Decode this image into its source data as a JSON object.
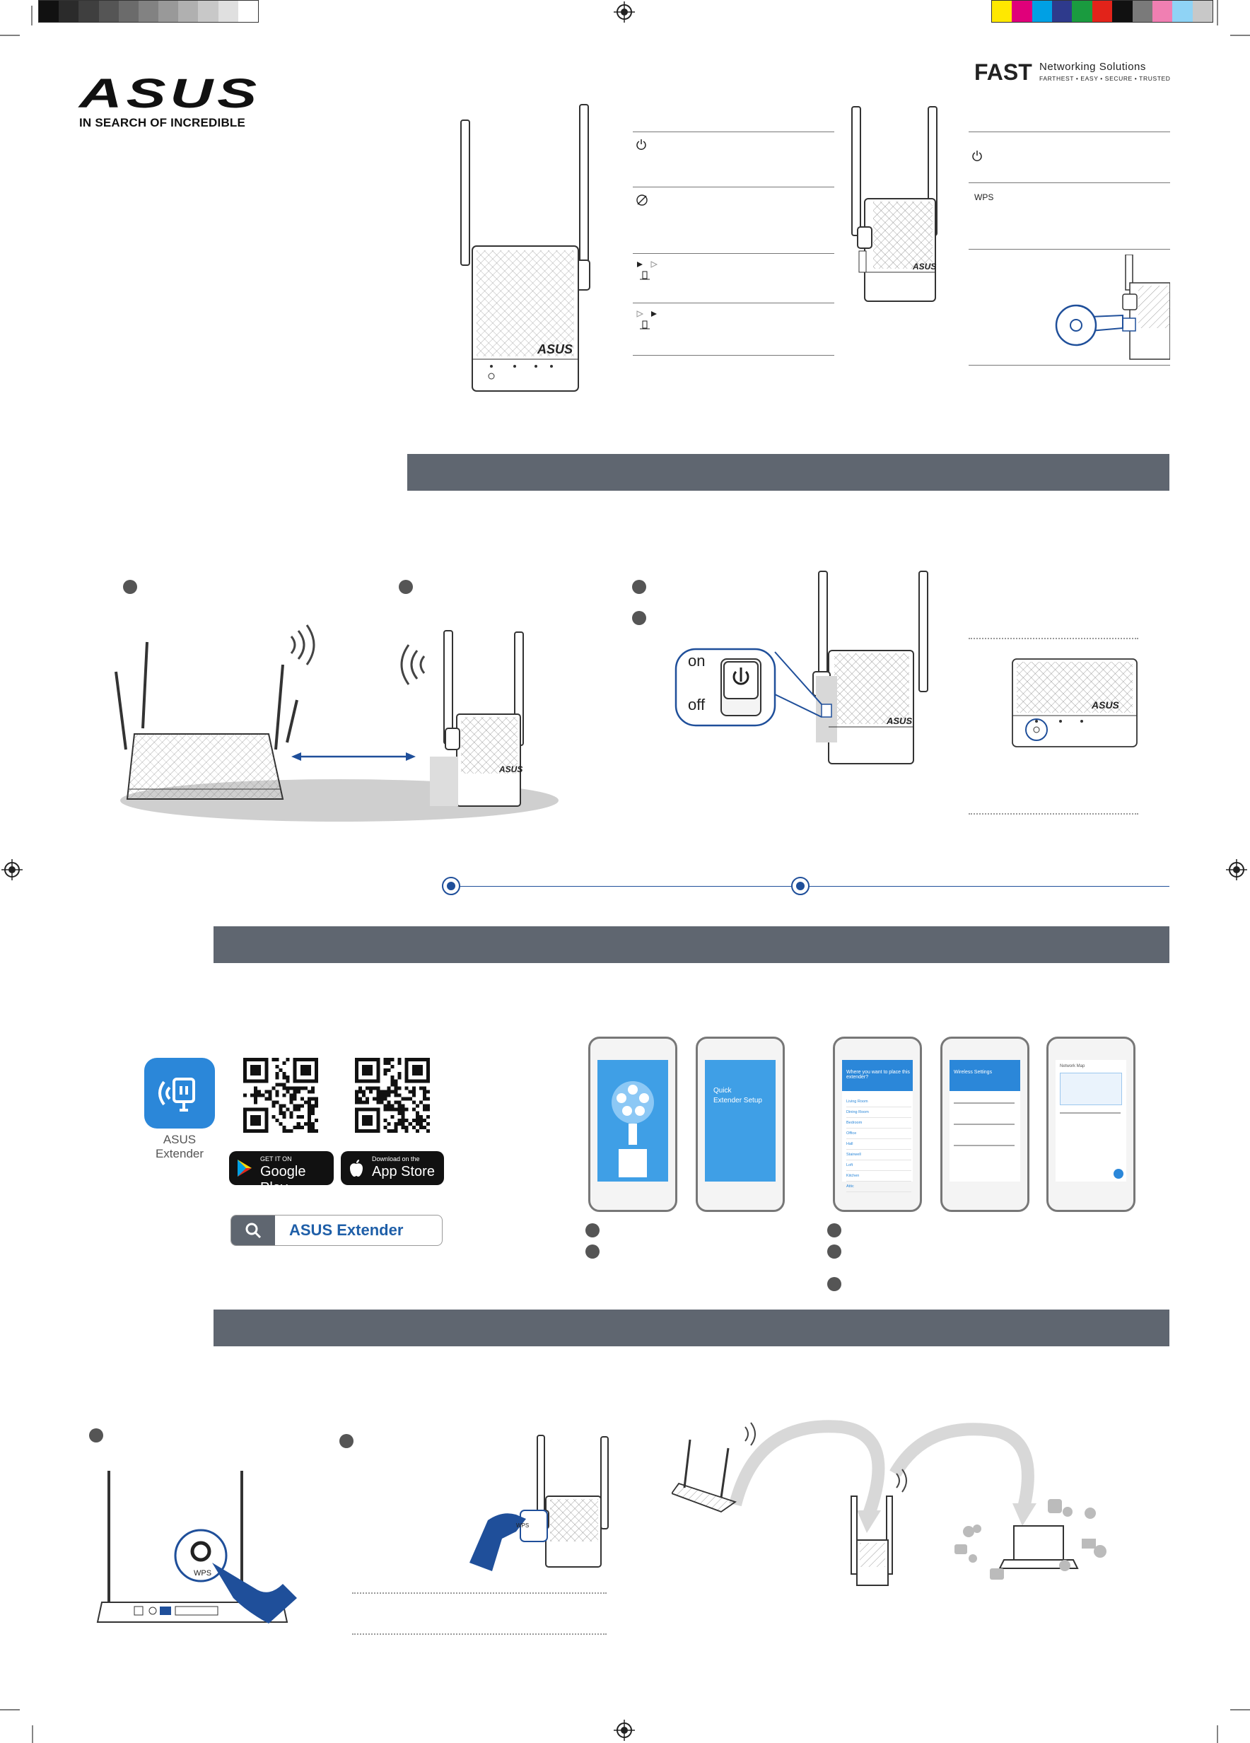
{
  "colors": {
    "section_bar": "#5f6670",
    "accent_blue": "#1f4f9a",
    "app_blue": "#2b87d9"
  },
  "gray_swatches": [
    "#111111",
    "#2b2b2b",
    "#3f3f3f",
    "#555555",
    "#6b6b6b",
    "#828282",
    "#999999",
    "#b0b0b0",
    "#c8c8c8",
    "#e0e0e0",
    "#ffffff"
  ],
  "color_swatches": [
    "#ffe800",
    "#e0007a",
    "#00a0e4",
    "#2e3a8c",
    "#1a9b3f",
    "#e2231a",
    "#111111",
    "#7a7a7a",
    "#f07fb2",
    "#8fd3f5",
    "#c8c8c8"
  ],
  "brand": {
    "logo_text": "ASUS",
    "tagline": "IN SEARCH OF INCREDIBLE",
    "fast_word": "FAST",
    "fast_sub": "Networking Solutions",
    "fast_line": "FARTHEST • EASY • SECURE • TRUSTED"
  },
  "labels": {
    "wps_led": "WPS",
    "switch_on": "on",
    "switch_off": "off",
    "app_name_line1": "ASUS",
    "app_name_line2": "Extender",
    "google_small": "GET IT ON",
    "google_big": "Google Play",
    "apple_small": "Download on the",
    "apple_big": "App Store",
    "search_text": "ASUS Extender",
    "router_wps": "WPS",
    "extender_wps": "WPS"
  },
  "phones": {
    "p2_title_line1": "Quick",
    "p2_title_line2": "Extender Setup",
    "p3_title": "Where you want to place this extender?",
    "p3_items": [
      "Living Room",
      "Dining Room",
      "Bedroom",
      "Office",
      "Hall",
      "Stairwell",
      "Loft",
      "Kitchen",
      "Attic"
    ],
    "p4_title": "Wireless Settings",
    "p5_title": "Network Map"
  }
}
